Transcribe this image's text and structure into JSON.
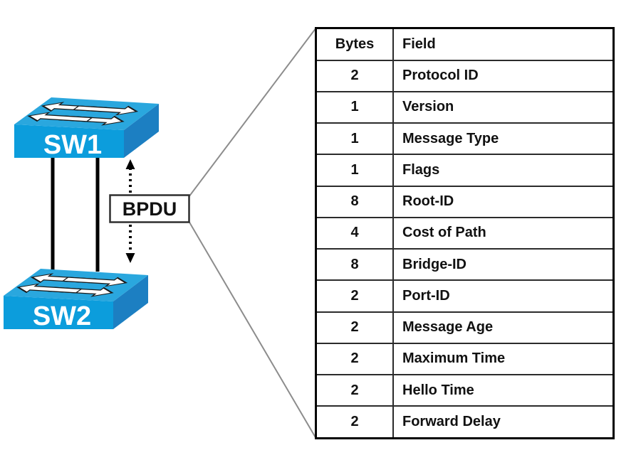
{
  "diagram": {
    "sw1_label": "SW1",
    "sw2_label": "SW2",
    "bpdu_label": "BPDU"
  },
  "table": {
    "header": {
      "bytes": "Bytes",
      "field": "Field"
    },
    "rows": [
      {
        "bytes": "2",
        "field": "Protocol ID"
      },
      {
        "bytes": "1",
        "field": "Version"
      },
      {
        "bytes": "1",
        "field": "Message Type"
      },
      {
        "bytes": "1",
        "field": "Flags"
      },
      {
        "bytes": "8",
        "field": "Root-ID"
      },
      {
        "bytes": "4",
        "field": "Cost of Path"
      },
      {
        "bytes": "8",
        "field": "Bridge-ID"
      },
      {
        "bytes": "2",
        "field": "Port-ID"
      },
      {
        "bytes": "2",
        "field": "Message Age"
      },
      {
        "bytes": "2",
        "field": "Maximum Time"
      },
      {
        "bytes": "2",
        "field": "Hello Time"
      },
      {
        "bytes": "2",
        "field": "Forward Delay"
      }
    ]
  },
  "colors": {
    "switch-top": "#2AA7DE",
    "switch-front": "#0C9DDC",
    "switch-side": "#1C7FC2",
    "link-line": "#000000",
    "dotted-arrow": "#000000",
    "callout-line": "#8c8c8c",
    "table-border": "#2b2b2b"
  }
}
